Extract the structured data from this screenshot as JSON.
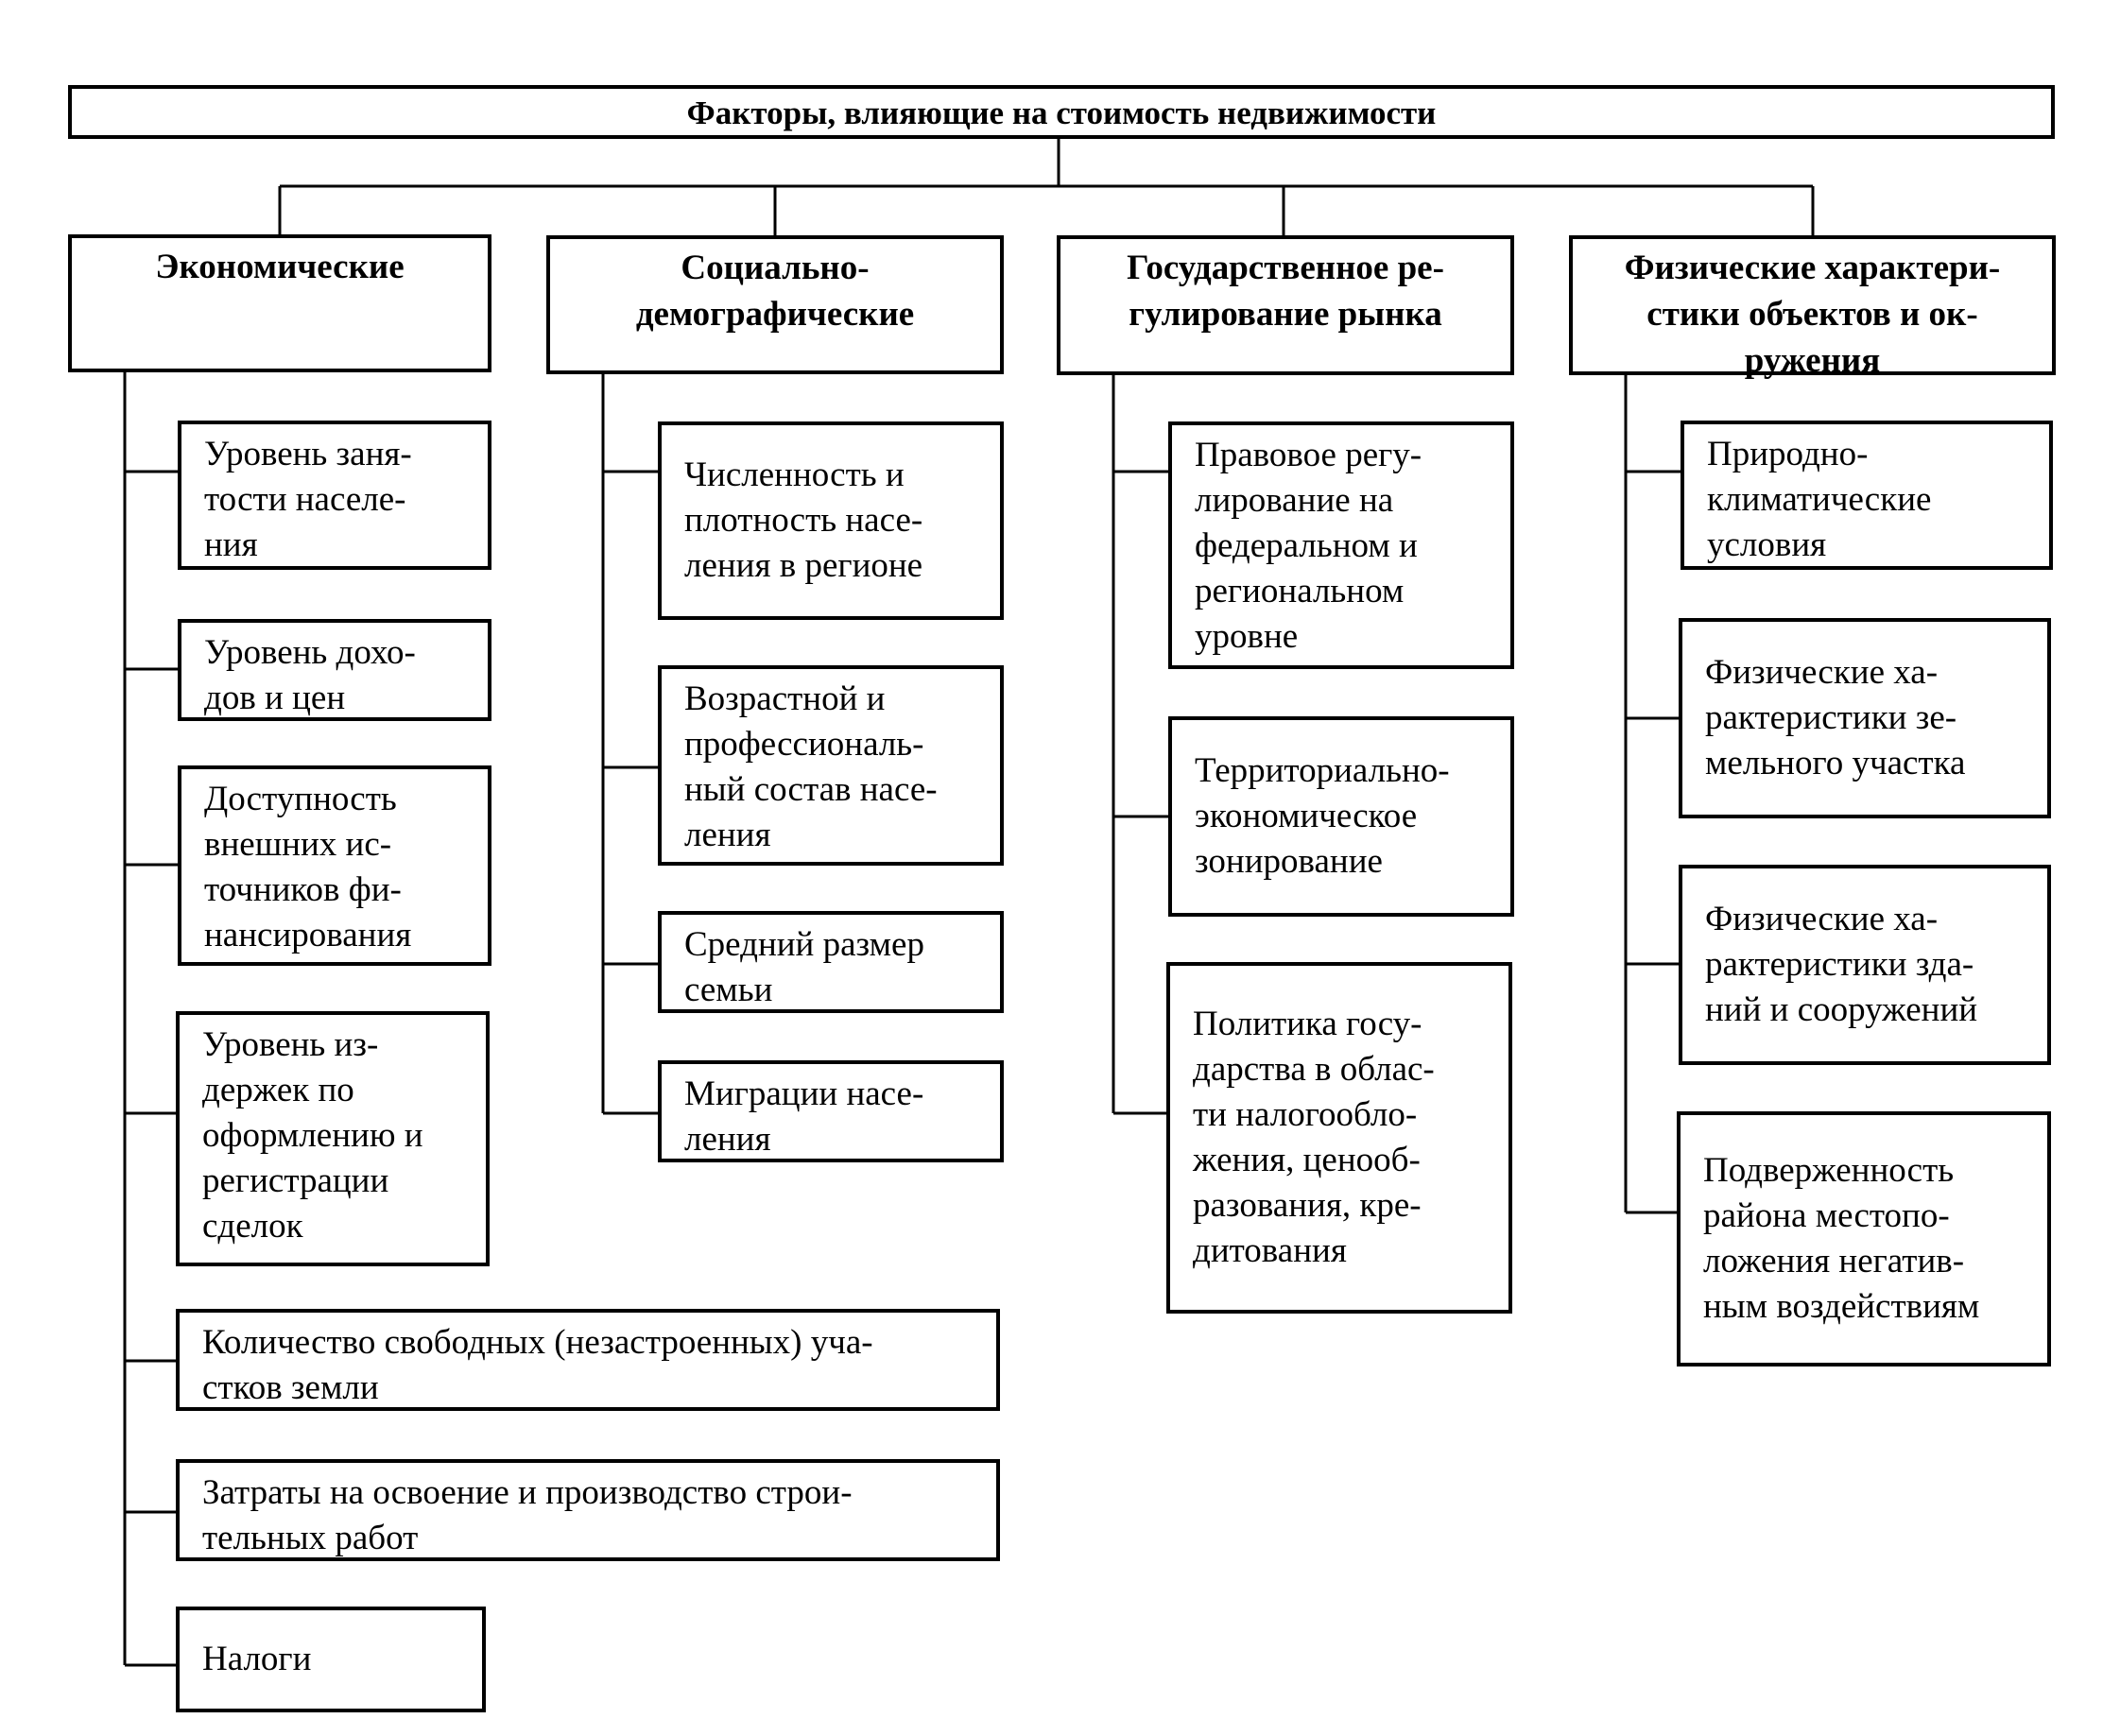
{
  "title": "Факторы, влияющие на стоимость недвижимости",
  "categories": [
    {
      "label": "Экономические",
      "items": [
        "Уровень заня-\nтости населе-\nния",
        "Уровень дохо-\nдов и цен",
        "Доступность\nвнешних ис-\nточников фи-\nнансирования",
        "Уровень из-\nдержек по\nоформлению и\nрегистрации\nсделок",
        "Количество свободных (незастроенных) уча-\nстков земли",
        "Затраты на освоение и производство строи-\nтельных работ",
        "Налоги"
      ]
    },
    {
      "label": "Социально-\nдемографические",
      "items": [
        "Численность и\nплотность насе-\nления в регионе",
        "Возрастной и\nпрофессиональ-\nный состав насе-\nления",
        "Средний размер\nсемьи",
        "Миграции насе-\nления"
      ]
    },
    {
      "label": "Государственное ре-\nгулирование рынка",
      "items": [
        "Правовое регу-\nлирование на\nфедеральном и\nрегиональном\nуровне",
        "Территориально-\nэкономическое\nзонирование",
        "Политика госу-\nдарства в облас-\nти налогообло-\nжения, ценооб-\nразования, кре-\nдитования"
      ]
    },
    {
      "label": "Физические характери-\nстики объектов и ок-\nружения",
      "items": [
        "Природно-\nклиматические\nусловия",
        "Физические ха-\nрактеристики зе-\nмельного участка",
        "Физические ха-\nрактеристики зда-\nний и сооружений",
        "Подверженность\nрайона местопо-\nложения негатив-\nным воздействиям"
      ]
    }
  ]
}
